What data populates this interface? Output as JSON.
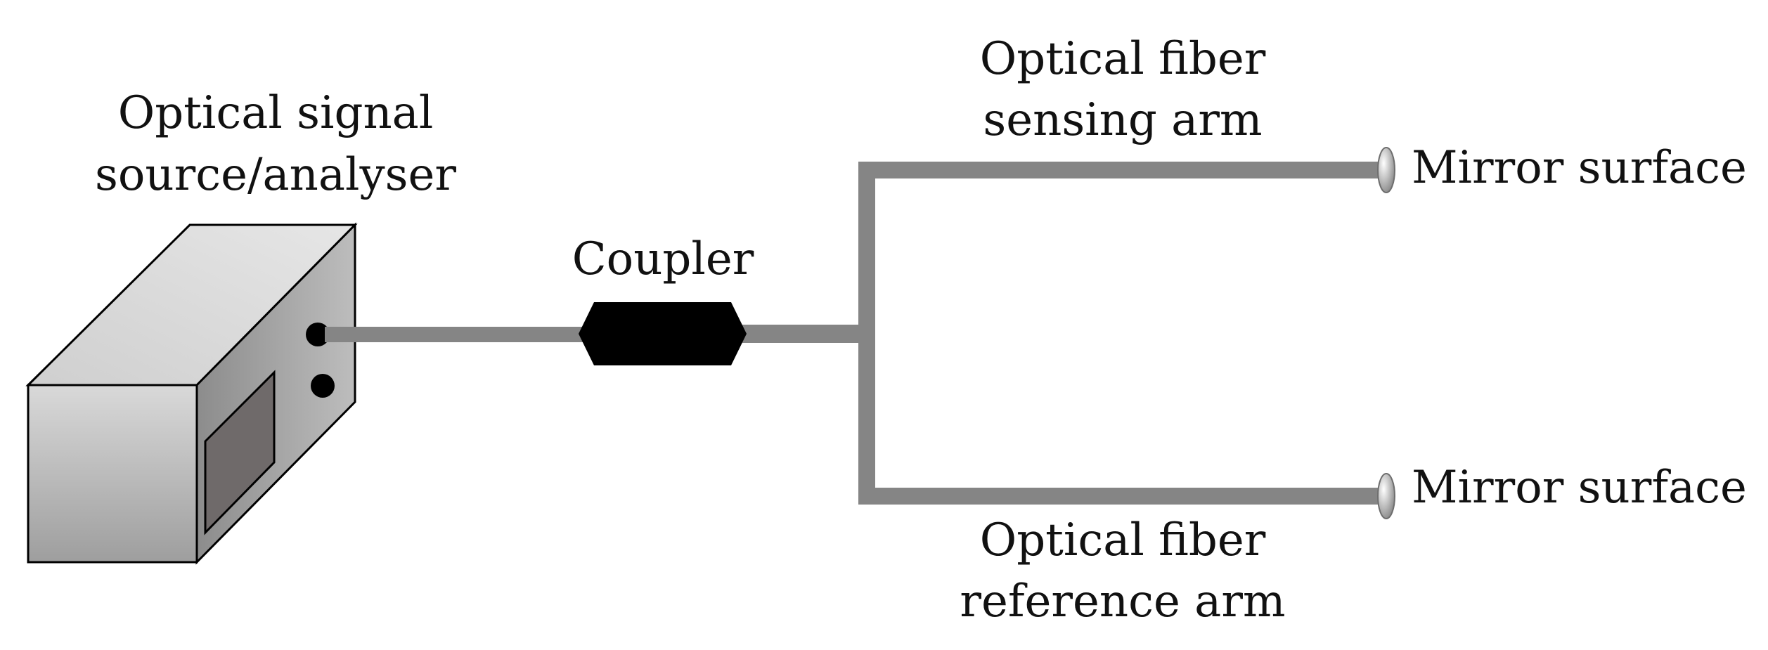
{
  "labels": {
    "source_line1": "Optical signal",
    "source_line2": "source/analyser",
    "coupler": "Coupler",
    "sensing_line1": "Optical fiber",
    "sensing_line2": "sensing arm",
    "reference_line1": "Optical fiber",
    "reference_line2": "reference arm",
    "mirror_top": "Mirror surface",
    "mirror_bottom": "Mirror surface"
  },
  "colors": {
    "fiber": "#858585",
    "coupler": "#000000",
    "box_front": "#c4c4c4",
    "box_top": "#d3d3d3",
    "box_side": "#a4a4a4",
    "screen": "#6f6a6a",
    "mirror": "#b9b9b9"
  }
}
